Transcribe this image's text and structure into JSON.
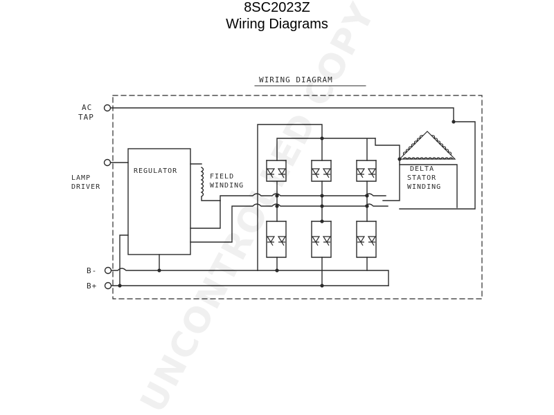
{
  "header": {
    "model": "8SC2023Z",
    "title": "Wiring Diagrams"
  },
  "diagram": {
    "heading": "WIRING DIAGRAM",
    "terminals": {
      "ac_tap_line1": "AC",
      "ac_tap_line2": "TAP",
      "lamp_line1": "LAMP",
      "lamp_line2": "DRIVER",
      "b_minus": "B-",
      "b_plus": "B+"
    },
    "regulator": "REGULATOR",
    "field_line1": "FIELD",
    "field_line2": "WINDING",
    "stator_line1": "DELTA",
    "stator_line2": "STATOR",
    "stator_line3": "WINDING"
  },
  "watermark": "UNCONTROLLED COPY"
}
